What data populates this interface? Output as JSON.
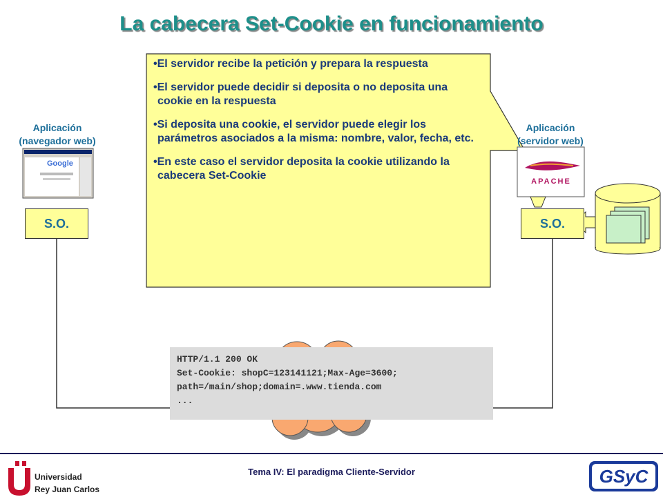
{
  "title": "La cabecera Set-Cookie en funcionamiento",
  "client": {
    "label_line1": "Aplicación",
    "label_line2": "(navegador web)",
    "browser_logo": "Google",
    "os_label": "S.O."
  },
  "server": {
    "label_line1": "Aplicación",
    "label_line2": "(servidor web)",
    "logo": "APACHE",
    "os_label": "S.O."
  },
  "callout": {
    "items": [
      "•El servidor recibe la petición y prepara la respuesta",
      "•El servidor puede decidir si deposita o no deposita una cookie en la respuesta",
      "•Si deposita una cookie, el servidor puede elegir los parámetros asociados a la misma: nombre, valor, fecha, etc.",
      "•En este caso el servidor deposita la cookie utilizando la cabecera Set-Cookie"
    ]
  },
  "http_response": {
    "lines": [
      "HTTP/1.1 200 OK",
      "Set-Cookie: shopC=123141121;Max-Age=3600;",
      "path=/main/shop;domain=.www.tienda.com",
      "..."
    ]
  },
  "footer": {
    "text": "Tema IV: El paradigma Cliente-Servidor",
    "university_line1": "Universidad",
    "university_line2": "Rey Juan Carlos",
    "group_logo": "GSyC"
  },
  "colors": {
    "title": "#1d8f8a",
    "note_fill": "#ffff99",
    "cloud_fill": "#f9a870",
    "label_blue": "#1d6f9a"
  }
}
